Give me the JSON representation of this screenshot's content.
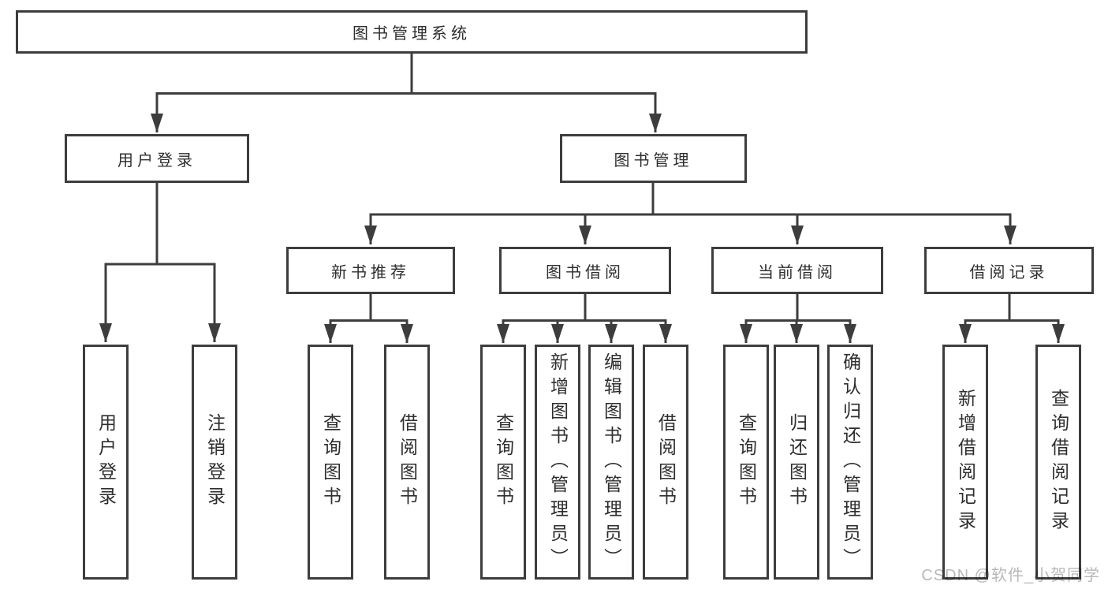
{
  "diagram": {
    "root": {
      "label": "图书管理系统"
    },
    "level2": [
      {
        "label": "用户登录"
      },
      {
        "label": "图书管理"
      }
    ],
    "level3": [
      {
        "label": "新书推荐",
        "parent": "图书管理"
      },
      {
        "label": "图书借阅",
        "parent": "图书管理"
      },
      {
        "label": "当前借阅",
        "parent": "图书管理"
      },
      {
        "label": "借阅记录",
        "parent": "图书管理"
      }
    ],
    "leaves": [
      {
        "label": "用户登录",
        "parent": "用户登录"
      },
      {
        "label": "注销登录",
        "parent": "用户登录"
      },
      {
        "label": "查询图书",
        "parent": "新书推荐"
      },
      {
        "label": "借阅图书",
        "parent": "新书推荐"
      },
      {
        "label": "查询图书",
        "parent": "图书借阅"
      },
      {
        "label": "新增图书（管理员）",
        "parent": "图书借阅"
      },
      {
        "label": "编辑图书（管理员）",
        "parent": "图书借阅"
      },
      {
        "label": "借阅图书",
        "parent": "图书借阅"
      },
      {
        "label": "查询图书",
        "parent": "当前借阅"
      },
      {
        "label": "归还图书",
        "parent": "当前借阅"
      },
      {
        "label": "确认归还（管理员）",
        "parent": "当前借阅"
      },
      {
        "label": "新增借阅记录",
        "parent": "借阅记录"
      },
      {
        "label": "查询借阅记录",
        "parent": "借阅记录"
      }
    ],
    "watermark": "CSDN @软件_小贺同学",
    "colors": {
      "line": "#3d3d3d",
      "box_border": "#3d3d3d",
      "text": "#2e2e2e",
      "background": "#ffffff",
      "watermark": "#b9b9b9"
    }
  }
}
